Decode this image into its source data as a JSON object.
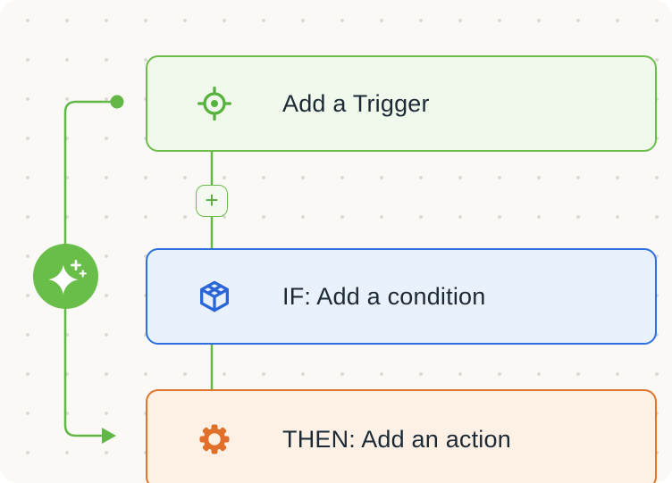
{
  "canvas": {
    "background": "#faf9f6",
    "dot_color": "#d8d6d0"
  },
  "nodes": [
    {
      "id": "trigger",
      "label": "Add a Trigger",
      "icon": "target-icon",
      "accent_color": "#6cbd4b",
      "fill_color": "#f1f9ec"
    },
    {
      "id": "condition",
      "label": "IF: Add a condition",
      "icon": "cube-icon",
      "accent_color": "#2f6fe0",
      "fill_color": "#e9f1fc"
    },
    {
      "id": "action",
      "label": "THEN: Add an action",
      "icon": "gear-icon",
      "accent_color": "#e0752e",
      "fill_color": "#fdf1e6"
    }
  ],
  "add_step_button": {
    "label": "+"
  },
  "ai_button": {
    "icon": "sparkle-icon",
    "color": "#69bd49"
  },
  "connector_color": "#62b747"
}
